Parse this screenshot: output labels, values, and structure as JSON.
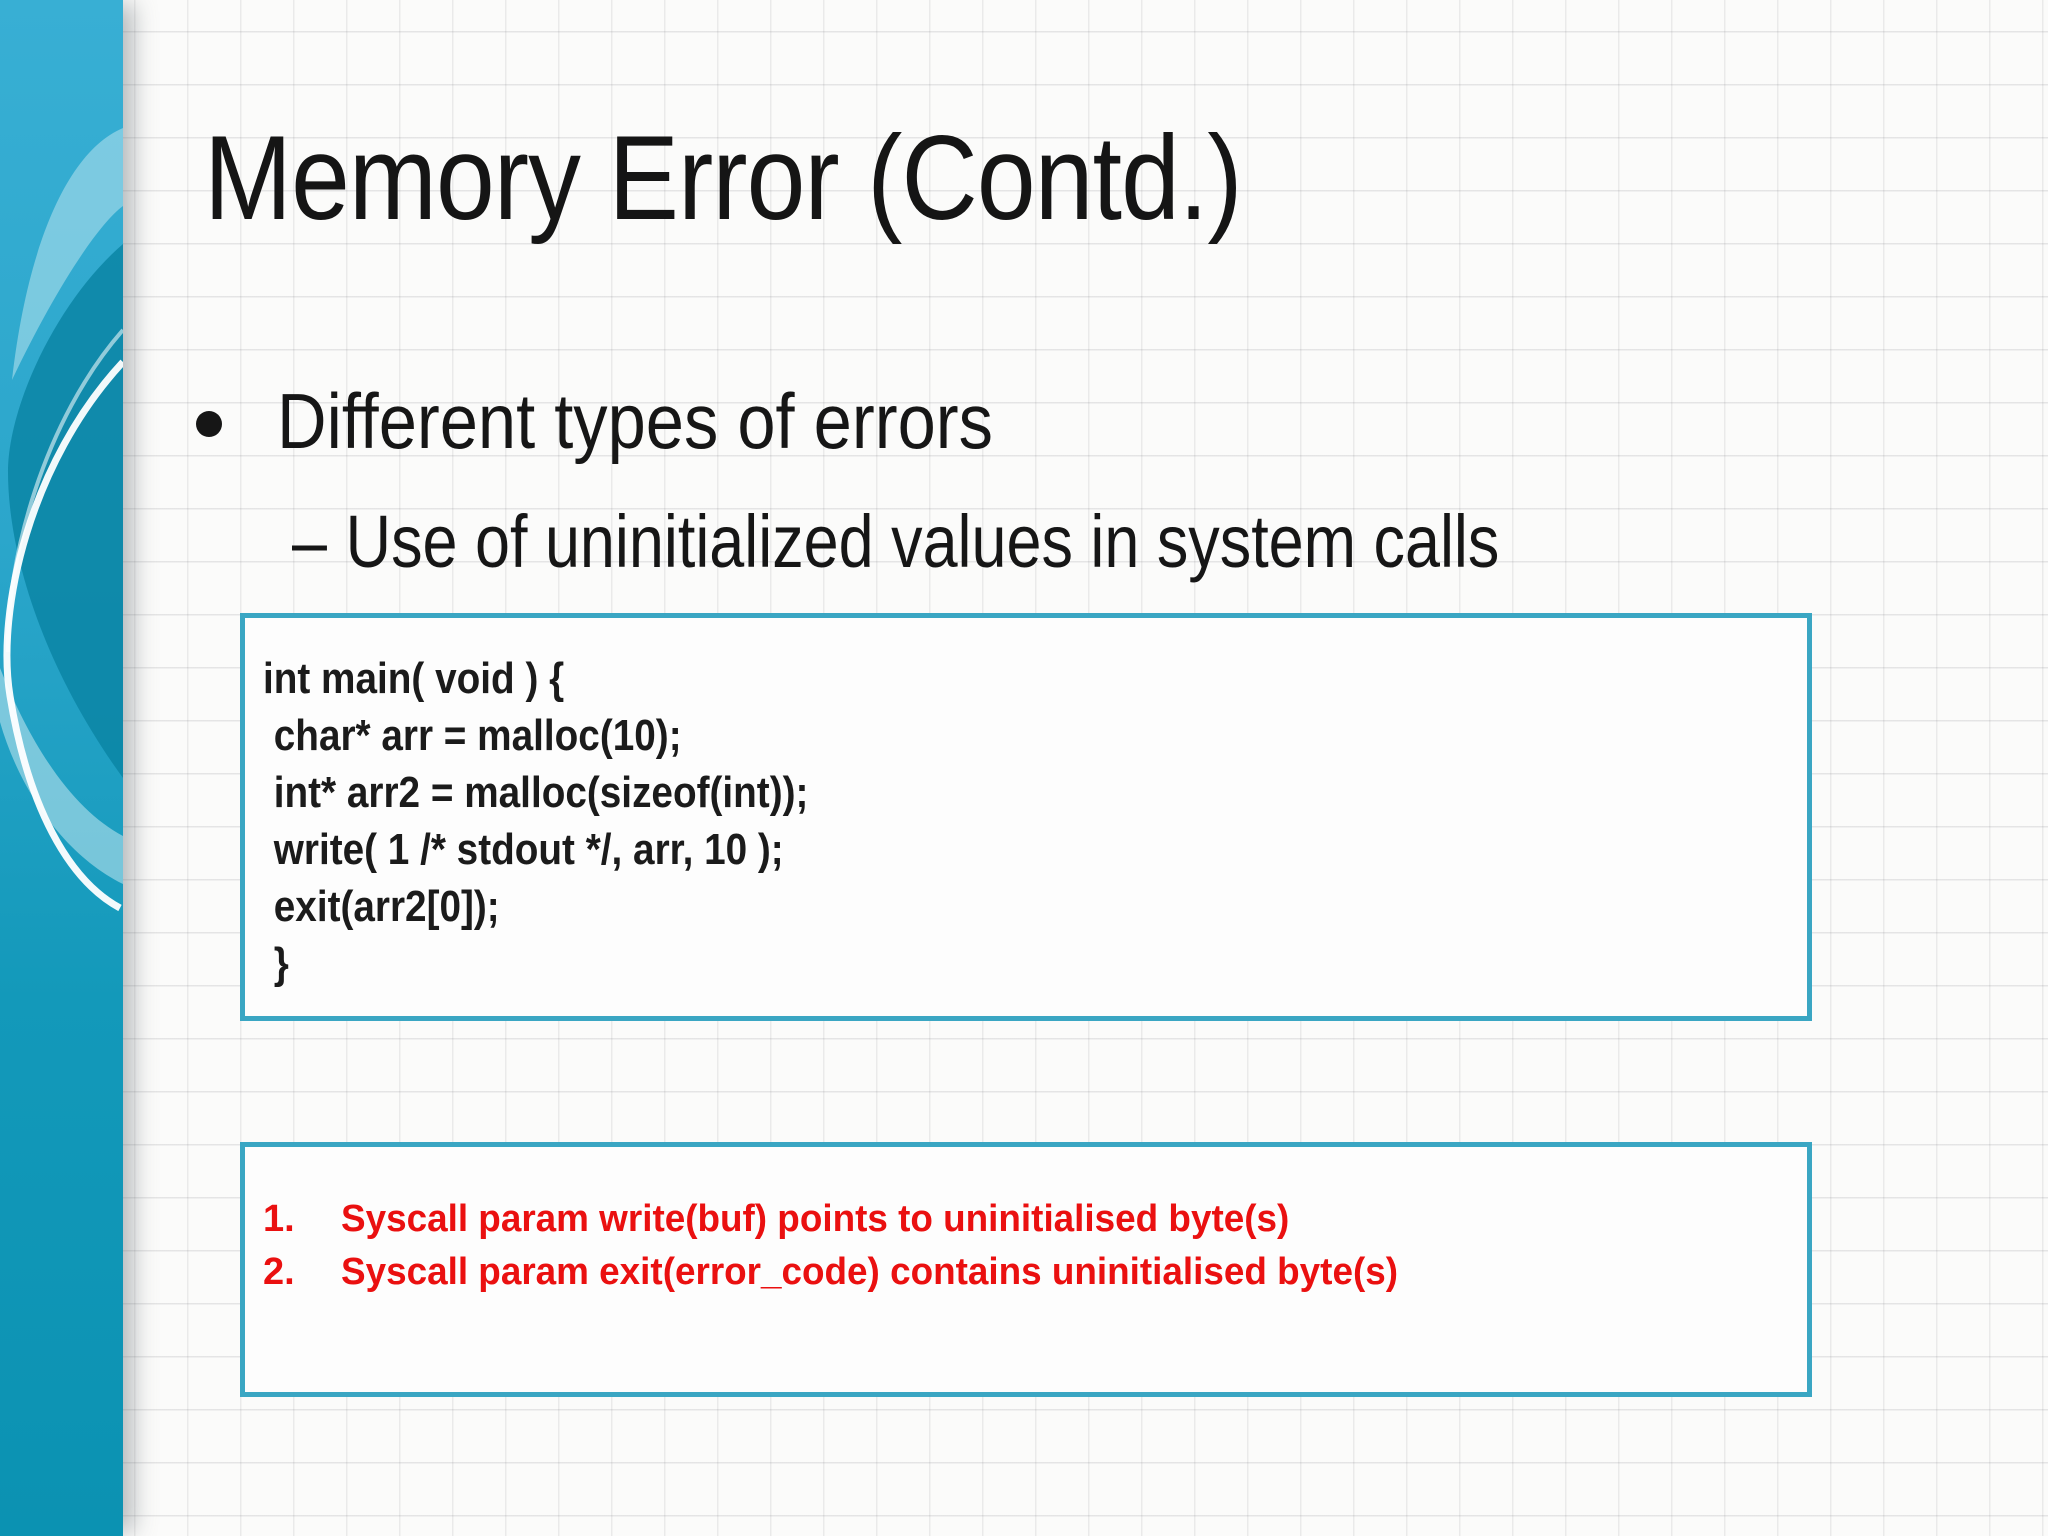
{
  "slide": {
    "title": "Memory Error (Contd.)",
    "bullet": {
      "marker": "•",
      "text": "Different types of errors"
    },
    "sub_bullet": {
      "marker": "–",
      "text": "Use of uninitialized values in system calls"
    },
    "code_box": {
      "lines": [
        "int main( void ) {",
        " char* arr = malloc(10);",
        " int* arr2 = malloc(sizeof(int));",
        " write( 1 /* stdout */, arr, 10 );",
        " exit(arr2[0]);",
        " }"
      ]
    },
    "error_box": {
      "items": [
        {
          "number": "1.",
          "text": "Syscall param write(buf) points to uninitialised byte(s)"
        },
        {
          "number": "2.",
          "text": "Syscall param exit(error_code) contains uninitialised byte(s)"
        }
      ]
    },
    "colors": {
      "box_border_teal": "#3aa6c3",
      "sidebar_top": "#38afd4",
      "sidebar_bottom": "#0b92b2",
      "sidebar_dark_swoosh": "#0a85a4",
      "error_red": "#ea1010",
      "body_text": "#161616",
      "background": "#fbfbfa"
    }
  }
}
